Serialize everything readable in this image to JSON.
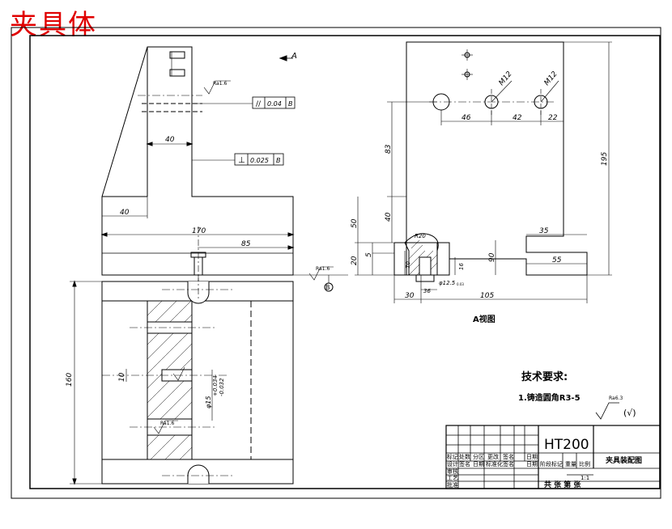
{
  "document": {
    "title": "夹具体"
  },
  "drawing": {
    "view_arrow_label": "A",
    "dimensions": {
      "d40_upper": "40",
      "d40_lower": "40",
      "d170": "170",
      "d85": "85",
      "d160": "160",
      "d10": "10",
      "phi_tol": "φ15",
      "tol_plus": "+0.034",
      "tol_minus": "-0.032",
      "m12a": "M12",
      "m12b": "M12",
      "d46": "46",
      "d42": "42",
      "d22": "22",
      "d83": "83",
      "d195": "195",
      "d50": "50",
      "d40_side": "40",
      "d20": "20",
      "d5": "5",
      "r20": "R20",
      "d70": "70",
      "d16": "16",
      "d35": "35",
      "d90": "90",
      "d55": "55",
      "phi12": "φ12.5",
      "phi12_sub": "0.03",
      "d36": "36",
      "d30": "30",
      "d105": "105"
    },
    "tolerances": {
      "parallel_symbol": "//",
      "parallel_value": "0.04",
      "parallel_datum": "B",
      "perp_symbol": "⊥",
      "perp_value": "0.025",
      "perp_datum": "B"
    },
    "roughness": {
      "r1": "Ra1.6",
      "r2": "Ra1.6",
      "r3": "Ra1.6",
      "general": "Ra6.3",
      "general_check": "(√)"
    },
    "datum_label": "B",
    "view_caption": "A视图"
  },
  "tech_requirements": {
    "heading": "技术要求:",
    "items": [
      "1.铸造圆角R3-5"
    ]
  },
  "title_block": {
    "material": "HT200",
    "drawing_name": "夹具装配图",
    "row1": [
      "标记",
      "处数",
      "分区",
      "更改",
      "签名",
      "日期"
    ],
    "row2": [
      "设计",
      "签名",
      "日期",
      "标准化",
      "签名",
      "日期"
    ],
    "row3": [
      "审核"
    ],
    "row4": [
      "工艺"
    ],
    "row5": [
      "批准"
    ],
    "stage_label": "阶段标记",
    "weight_label": "重量",
    "scale_label": "比例",
    "scale_value": "1:1",
    "sheets": "共 张 第 张"
  }
}
